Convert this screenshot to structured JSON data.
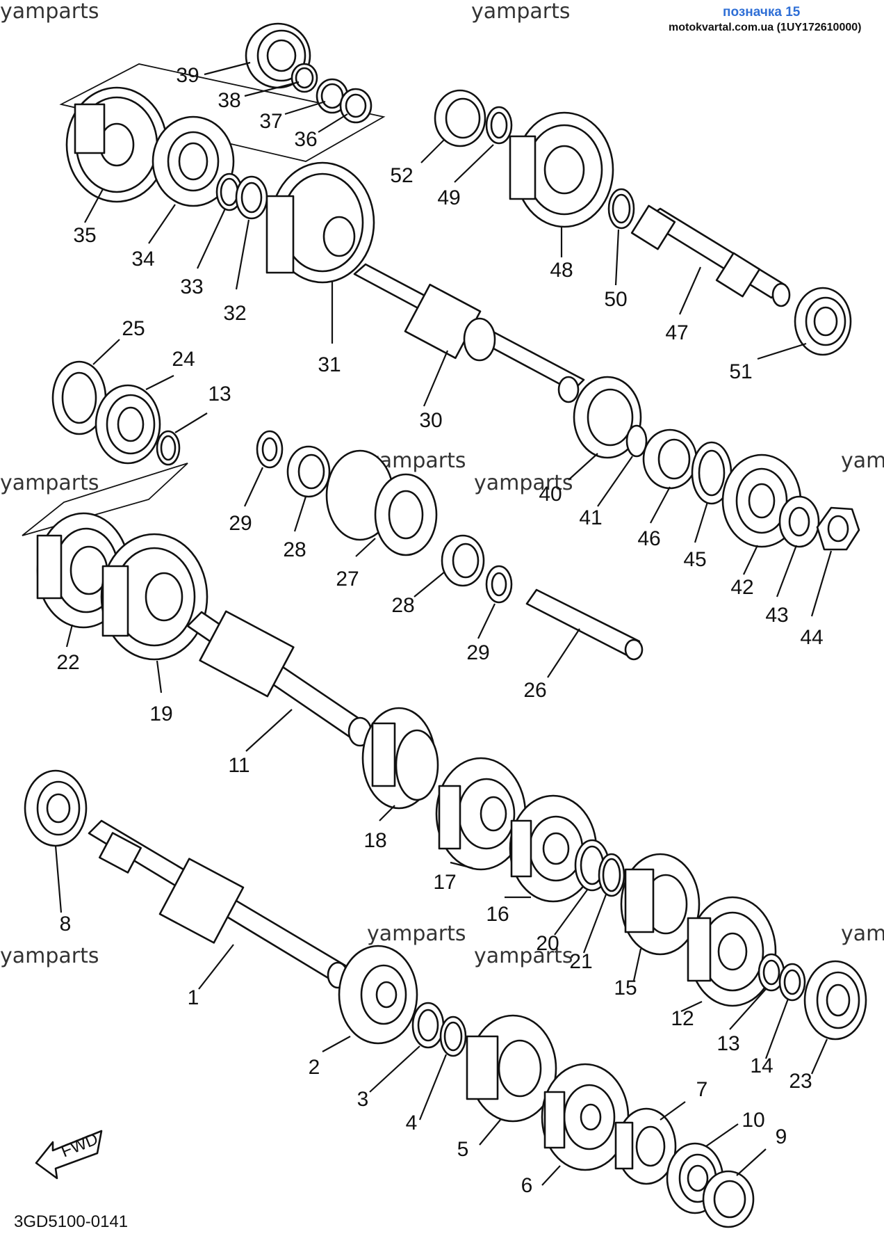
{
  "header": {
    "marker_label": "позначка 15",
    "source_line": "motokvartal.com.ua (1UY172610000)"
  },
  "watermarks": [
    "yamparts",
    "yamparts",
    "yamparts",
    "yamparts",
    "yamparts",
    "yamparts",
    "yamparts",
    "yamparts",
    "yamparts",
    "yamparts"
  ],
  "fwd_label": "FWD",
  "diagram_code": "3GD5100-0141",
  "callouts": [
    "39",
    "38",
    "37",
    "36",
    "35",
    "34",
    "33",
    "32",
    "31",
    "52",
    "49",
    "48",
    "50",
    "47",
    "51",
    "25",
    "24",
    "13",
    "30",
    "29",
    "28",
    "27",
    "28",
    "29",
    "26",
    "22",
    "19",
    "40",
    "41",
    "46",
    "45",
    "42",
    "43",
    "44",
    "11",
    "18",
    "17",
    "16",
    "20",
    "21",
    "15",
    "12",
    "13",
    "14",
    "23",
    "8",
    "1",
    "2",
    "3",
    "4",
    "5",
    "6",
    "7",
    "10",
    "9"
  ]
}
